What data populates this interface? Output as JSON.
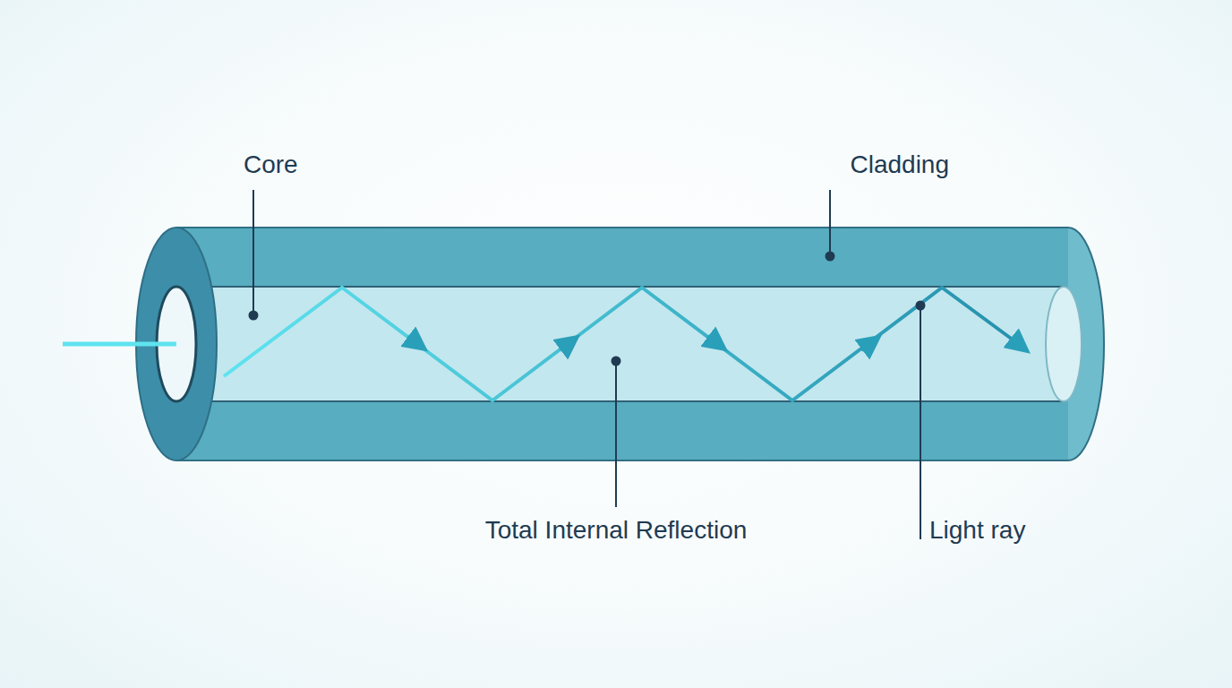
{
  "diagram": {
    "labels": [
      "Core",
      "Cladding",
      "Total Internal Reflection",
      "Light ray"
    ]
  }
}
